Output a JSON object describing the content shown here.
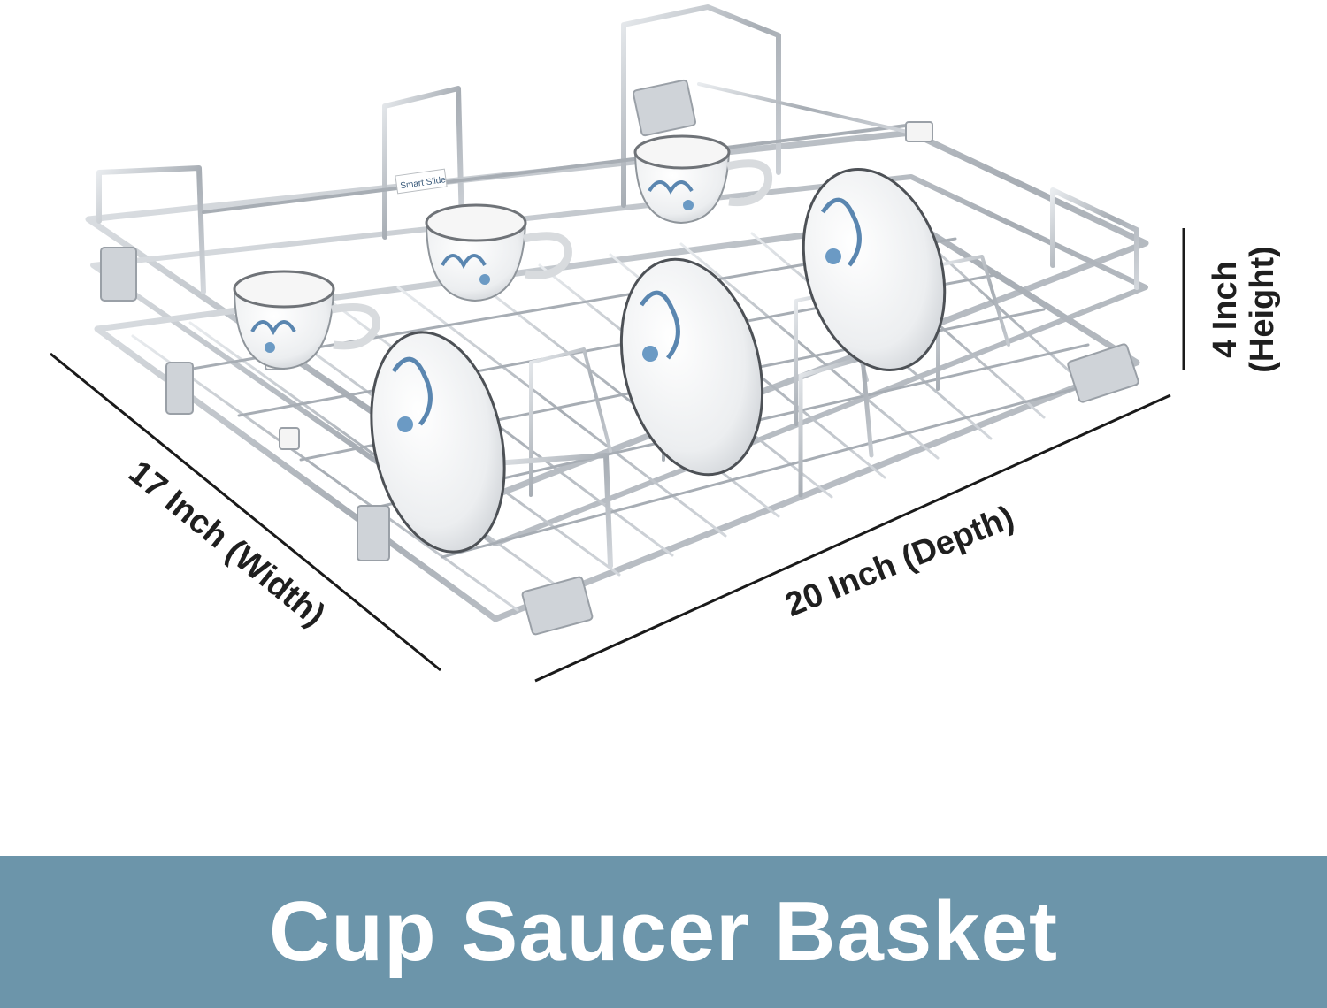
{
  "product": {
    "image_icon": "wire-cup-saucer-basket-icon",
    "brand_mark": "Smart Slide"
  },
  "dimensions": {
    "width_label": "17 Inch (Width)",
    "depth_label": "20 Inch (Depth)",
    "height_line1": "4 Inch",
    "height_line2": "(Height)"
  },
  "banner": {
    "title": "Cup Saucer Basket",
    "background_color": "#6c95aa",
    "text_color": "#ffffff"
  }
}
